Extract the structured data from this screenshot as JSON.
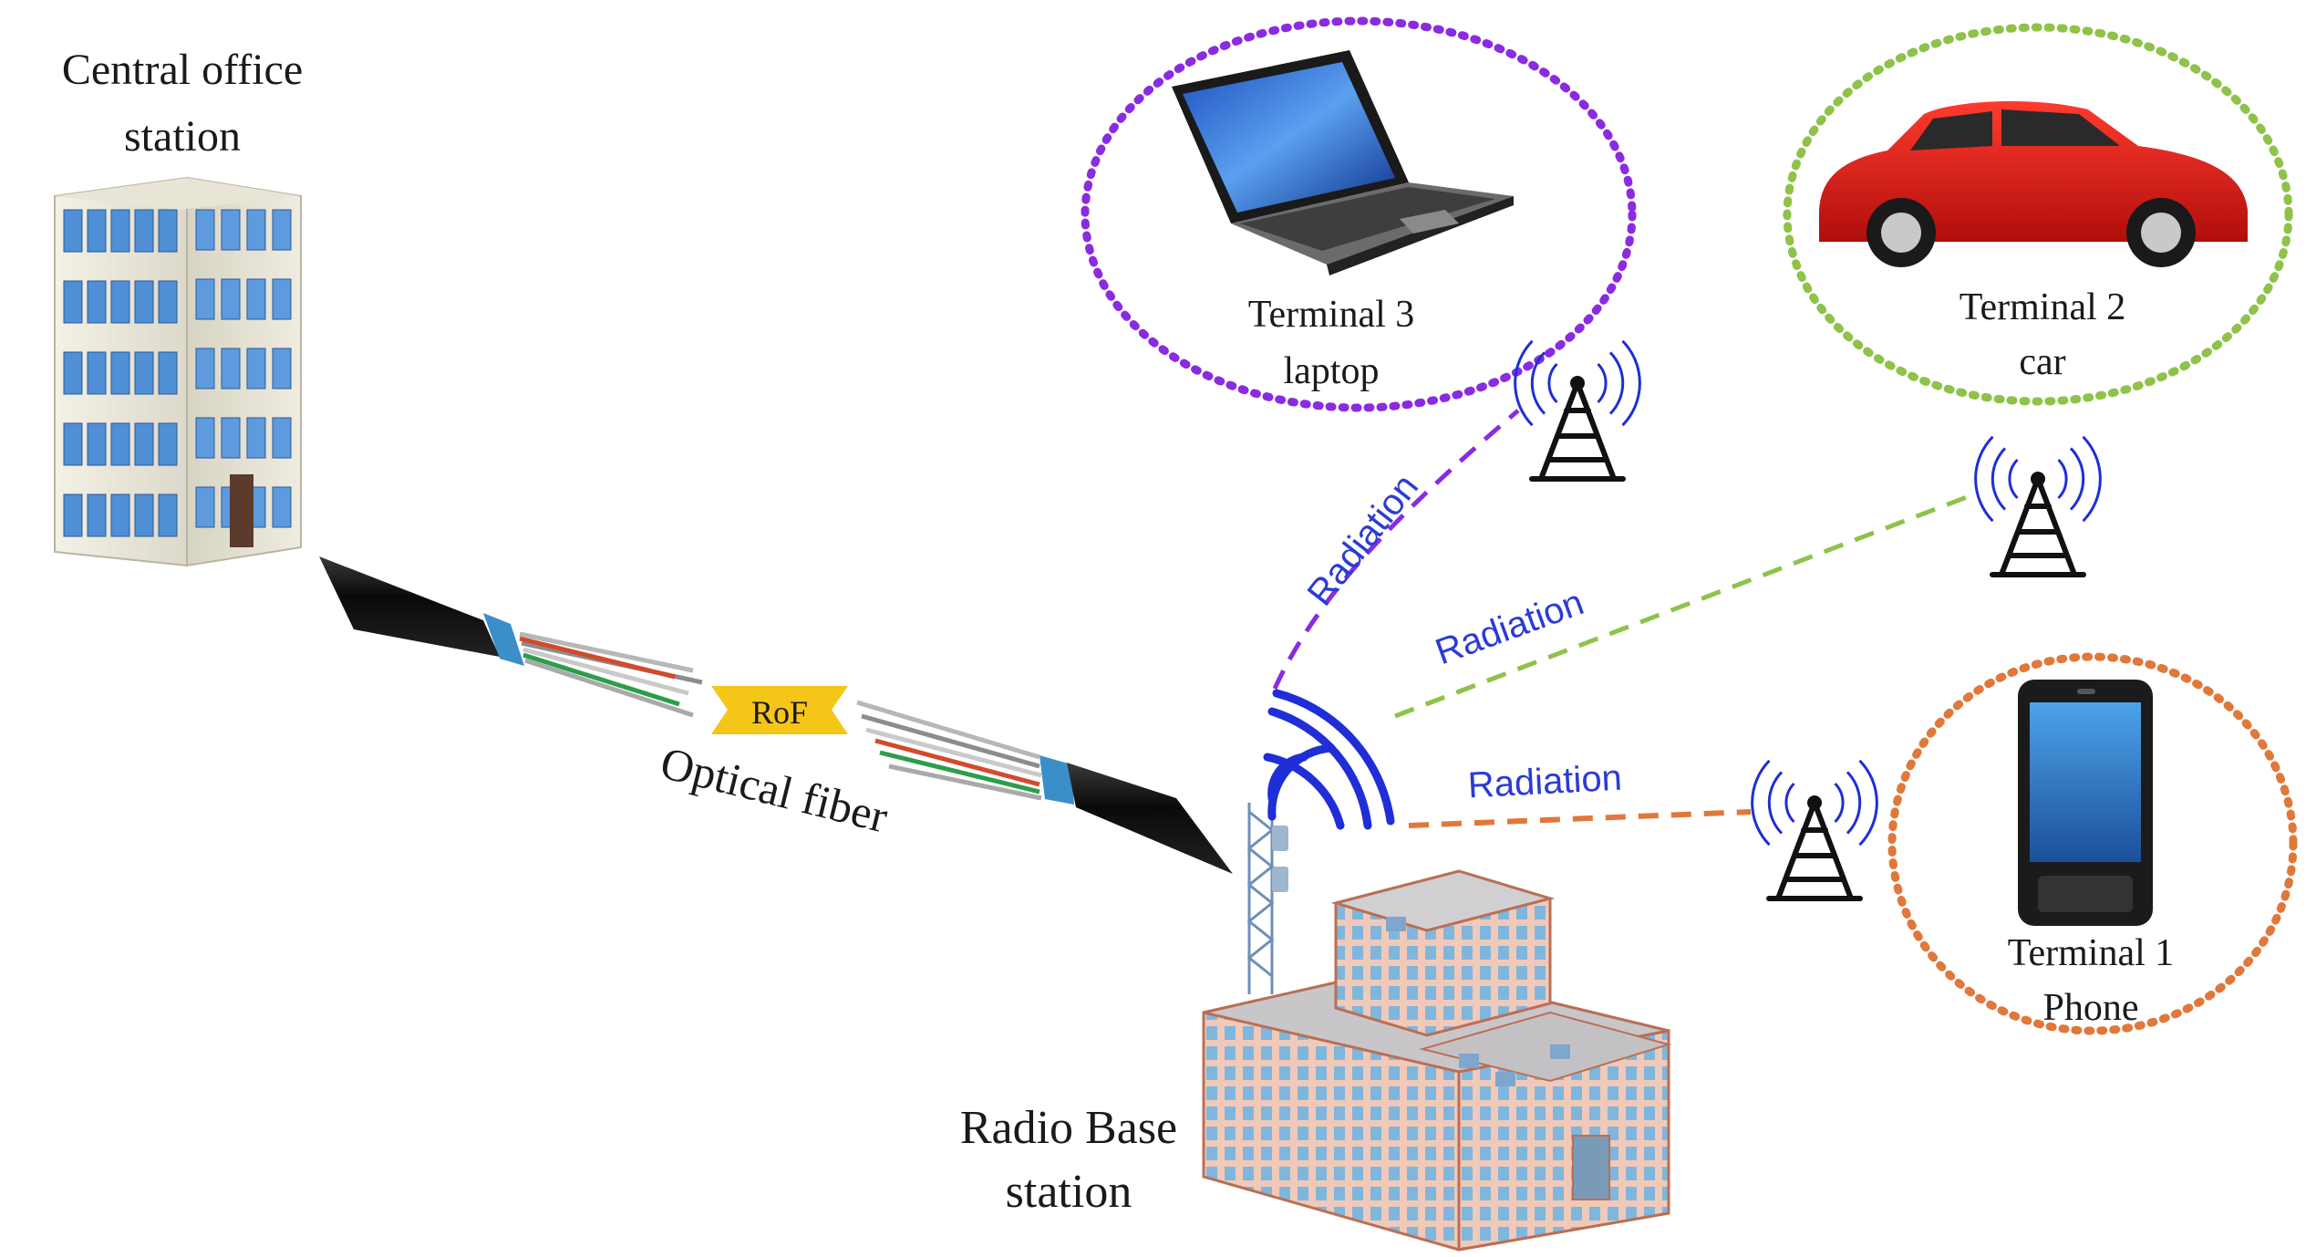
{
  "central_office": {
    "line1": "Central office",
    "line2": "station"
  },
  "fiber": {
    "label": "Optical fiber",
    "tag": "RoF"
  },
  "base_station": {
    "line1": "Radio Base",
    "line2": "station"
  },
  "terminals": [
    {
      "line1": "Terminal 3",
      "line2": "laptop",
      "color": "#8a2be2"
    },
    {
      "line1": "Terminal 2",
      "line2": "car",
      "color": "#8fc249"
    },
    {
      "line1": "Terminal 1",
      "line2": "Phone",
      "color": "#e0783a"
    }
  ],
  "radiation_labels": [
    "Radiation",
    "Radiation",
    "Radiation"
  ],
  "colors": {
    "radiation_text": "#2b3bd6",
    "wave_blue": "#1f2ed6",
    "tag_yellow": "#f5c518",
    "building_salmon": "#e8a890"
  }
}
